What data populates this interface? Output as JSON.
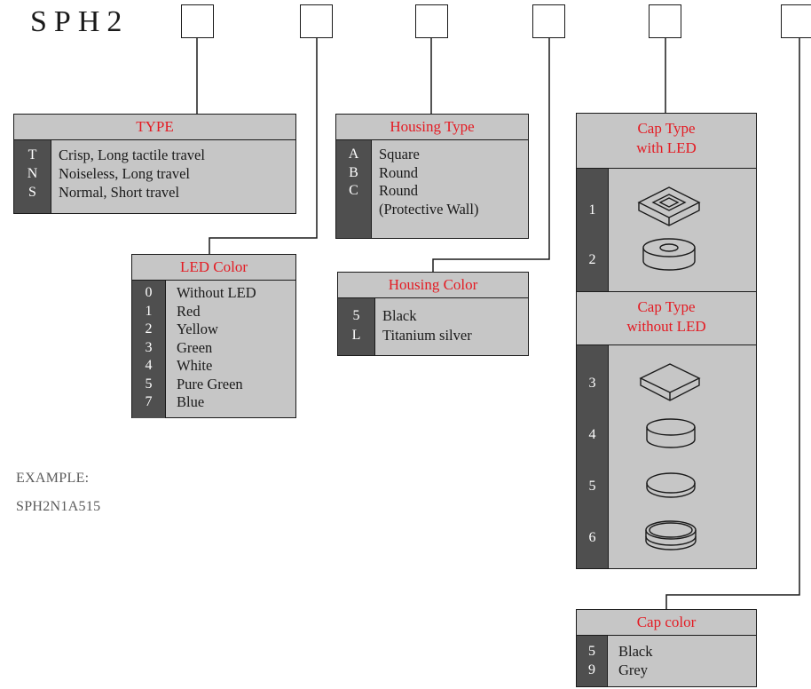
{
  "part_prefix": "SPH2",
  "type_box": {
    "title": "TYPE",
    "options": [
      {
        "code": "T",
        "desc": "Crisp, Long tactile travel"
      },
      {
        "code": "N",
        "desc": "Noiseless, Long travel"
      },
      {
        "code": "S",
        "desc": "Normal, Short travel"
      }
    ]
  },
  "led_box": {
    "title": "LED Color",
    "options": [
      {
        "code": "0",
        "desc": "Without LED"
      },
      {
        "code": "1",
        "desc": "Red"
      },
      {
        "code": "2",
        "desc": "Yellow"
      },
      {
        "code": "3",
        "desc": "Green"
      },
      {
        "code": "4",
        "desc": "White"
      },
      {
        "code": "5",
        "desc": "Pure Green"
      },
      {
        "code": "7",
        "desc": "Blue"
      }
    ]
  },
  "housing_type_box": {
    "title": "Housing Type",
    "options": [
      {
        "code": "A",
        "desc": "Square"
      },
      {
        "code": "B",
        "desc": "Round"
      },
      {
        "code": "C",
        "desc": "Round"
      },
      {
        "code": "",
        "desc": "(Protective Wall)"
      }
    ]
  },
  "housing_color_box": {
    "title": "Housing Color",
    "options": [
      {
        "code": "5",
        "desc": "Black"
      },
      {
        "code": "L",
        "desc": "Titanium silver"
      }
    ]
  },
  "cap_type_box": {
    "with_led_title": [
      "Cap Type",
      "with LED"
    ],
    "without_led_title": [
      "Cap Type",
      "without LED"
    ],
    "with_led_codes": [
      "1",
      "2"
    ],
    "without_led_codes": [
      "3",
      "4",
      "5",
      "6"
    ],
    "icons": [
      "square-cap-with-window-icon",
      "round-cap-with-ring-icon",
      "square-cap-icon",
      "round-cap-icon",
      "round-flat-cap-icon",
      "round-stepped-cap-icon"
    ]
  },
  "cap_color_box": {
    "title": "Cap color",
    "options": [
      {
        "code": "5",
        "desc": "Black"
      },
      {
        "code": "9",
        "desc": "Grey"
      }
    ]
  },
  "example": {
    "label": "EXAMPLE:",
    "value": "SPH2N1A515"
  },
  "colors": {
    "header_text": "#e41b23",
    "box_fill": "#c6c6c6",
    "code_column": "#4f4f4f",
    "outline": "#1a1a1a"
  }
}
